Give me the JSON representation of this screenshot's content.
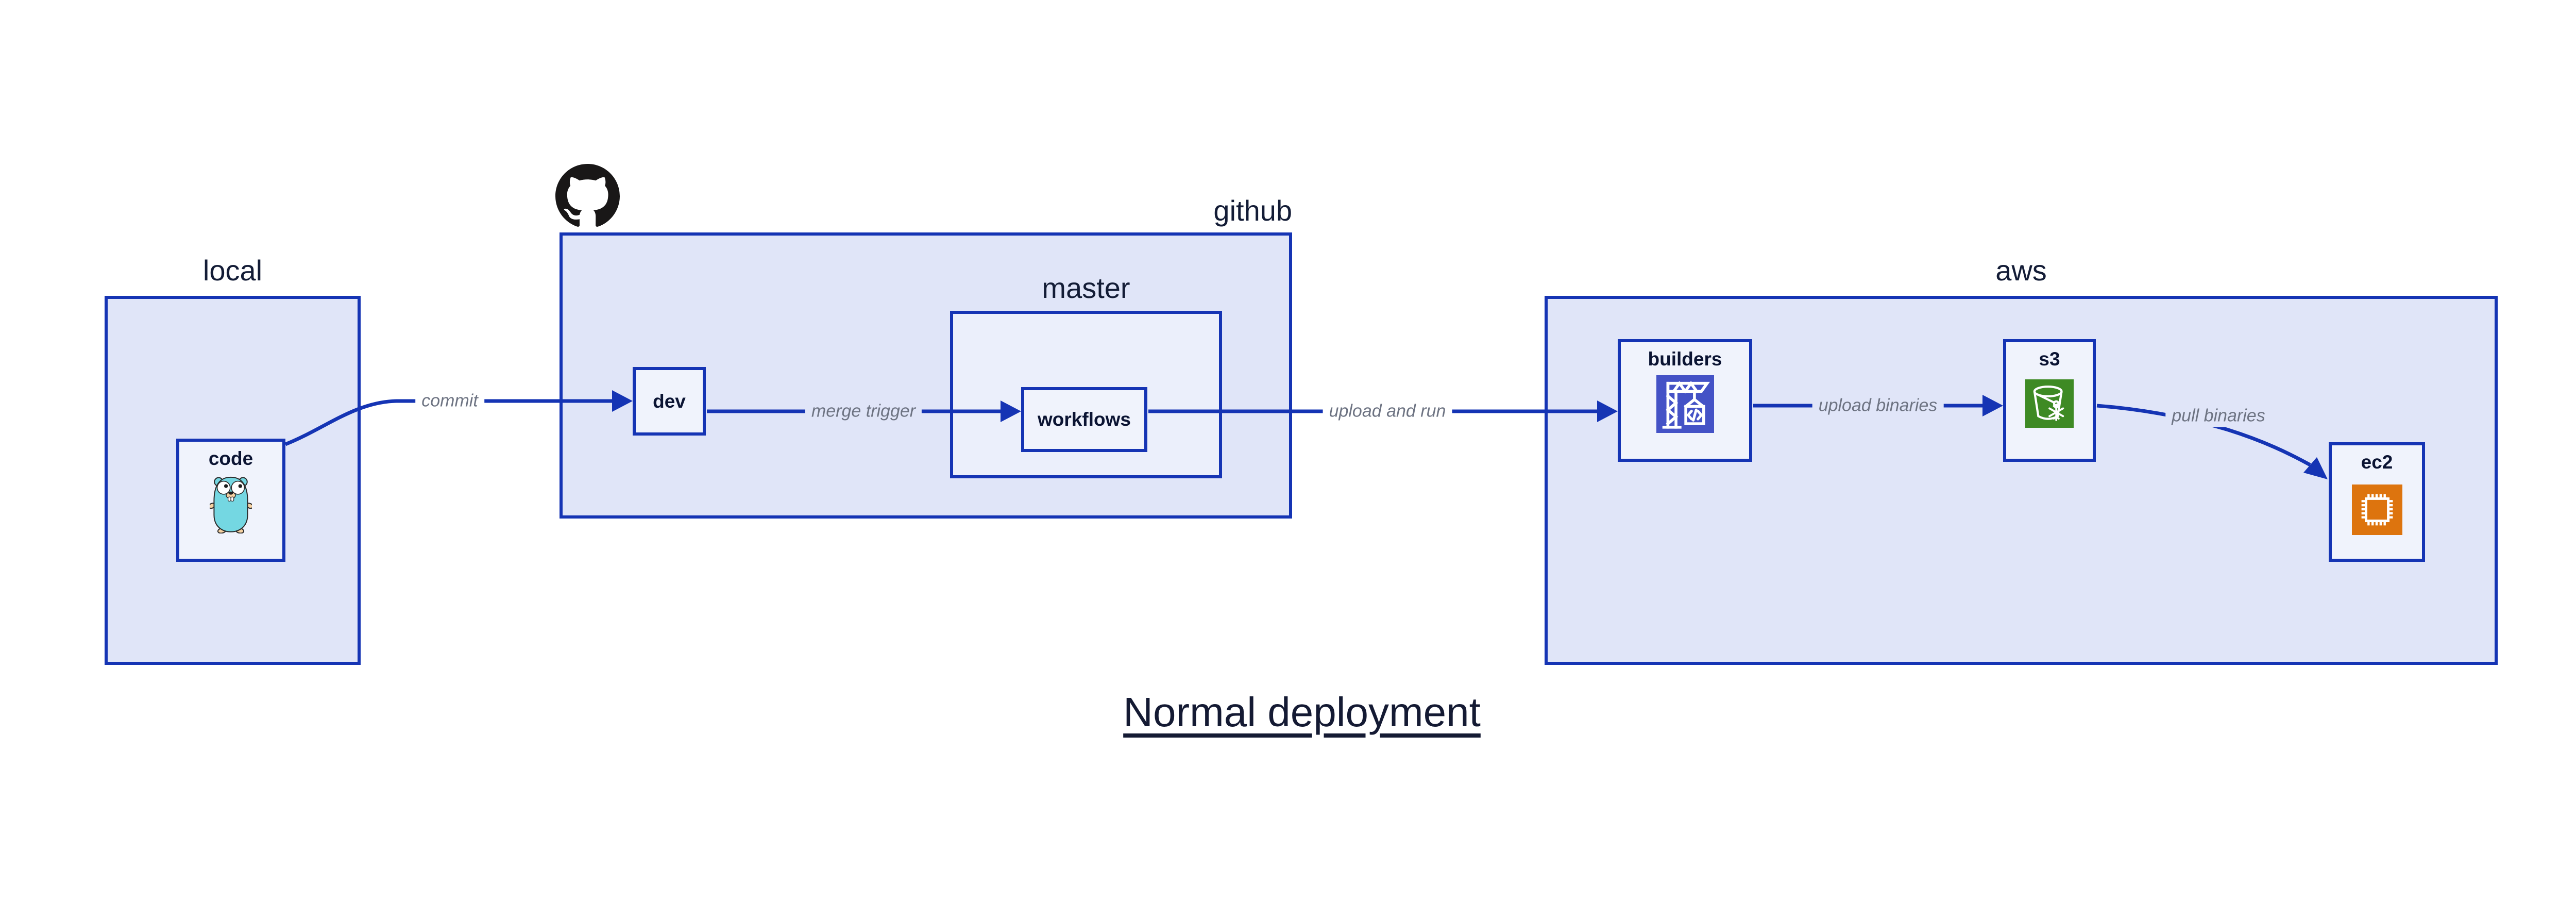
{
  "diagram_title": "Normal deployment",
  "colors": {
    "canvas_bg": "#ffffff",
    "container_fill": "#e0e5f8",
    "master_fill": "#ebeffb",
    "node_fill": "#f0f3fc",
    "stroke_blue": "#1534b4",
    "label_navy": "#131c36",
    "edge_label_gray": "#6d7382",
    "codebuild_indigo": "#4452c6",
    "s3_green": "#3e8a24",
    "ec2_orange": "#dd740e",
    "gopher_teal": "#74d7e2",
    "github_black": "#191717"
  },
  "containers": {
    "local": {
      "label": "local"
    },
    "github": {
      "label": "github",
      "icon": "github-octocat-icon"
    },
    "master": {
      "label": "master"
    },
    "aws": {
      "label": "aws"
    }
  },
  "nodes": {
    "code": {
      "label": "code",
      "icon": "go-gopher-icon"
    },
    "dev": {
      "label": "dev"
    },
    "workflows": {
      "label": "workflows"
    },
    "builders": {
      "label": "builders",
      "icon": "codebuild-crane-icon"
    },
    "s3": {
      "label": "s3",
      "icon": "s3-bucket-icon"
    },
    "ec2": {
      "label": "ec2",
      "icon": "ec2-chip-icon"
    }
  },
  "edges": [
    {
      "from": "code",
      "to": "dev",
      "label": "commit"
    },
    {
      "from": "dev",
      "to": "workflows",
      "label": "merge trigger"
    },
    {
      "from": "workflows",
      "to": "builders",
      "label": "upload and run"
    },
    {
      "from": "builders",
      "to": "s3",
      "label": "upload binaries"
    },
    {
      "from": "s3",
      "to": "ec2",
      "label": "pull binaries"
    }
  ]
}
